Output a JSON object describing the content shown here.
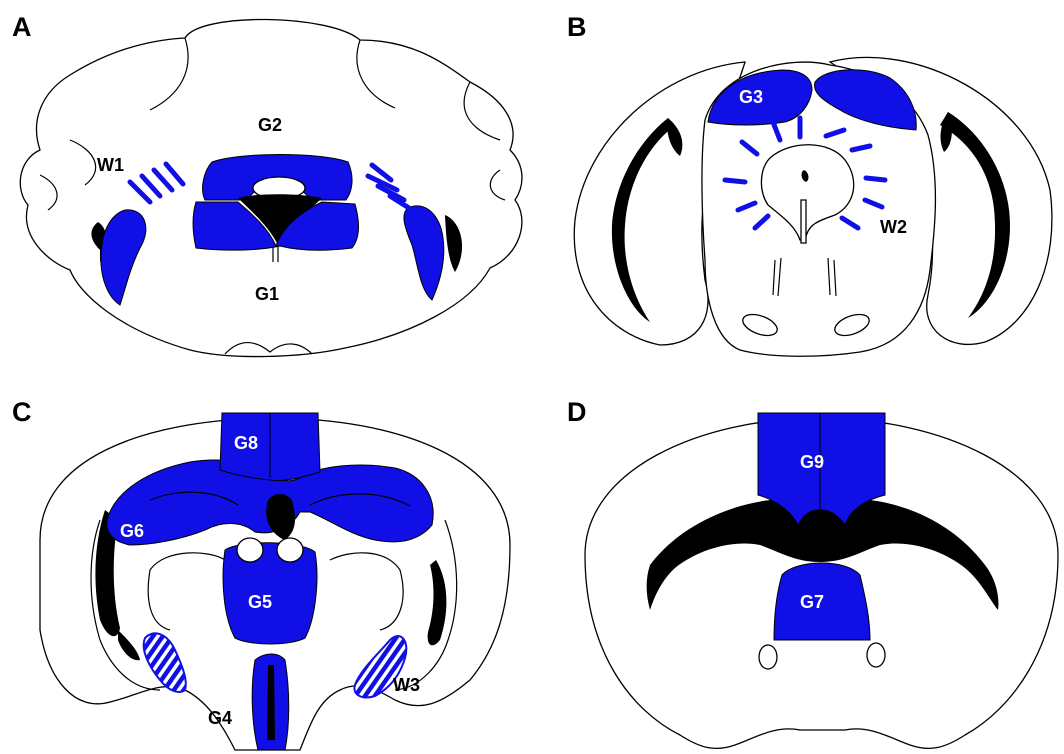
{
  "colors": {
    "region_fill": "#1010e6",
    "outline": "#000000",
    "background": "#ffffff"
  },
  "panels": {
    "a": {
      "letter": "A",
      "labels": {
        "w1": "W1",
        "g2": "G2",
        "g1": "G1"
      }
    },
    "b": {
      "letter": "B",
      "labels": {
        "g3": "G3",
        "w2": "W2"
      }
    },
    "c": {
      "letter": "C",
      "labels": {
        "g8": "G8",
        "g6": "G6",
        "g5": "G5",
        "g4": "G4",
        "w3": "W3"
      }
    },
    "d": {
      "letter": "D",
      "labels": {
        "g9": "G9",
        "g7": "G7"
      }
    }
  }
}
